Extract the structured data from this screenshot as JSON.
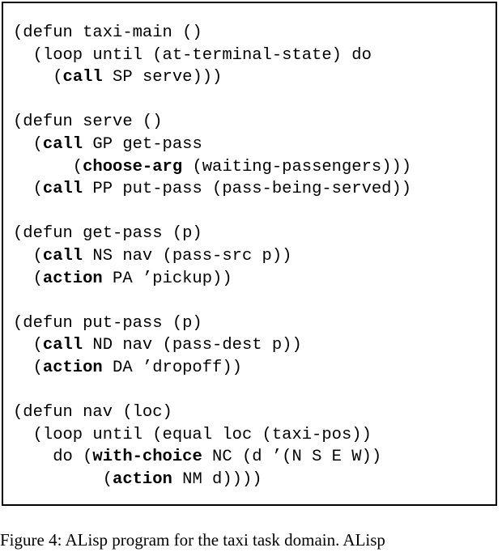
{
  "code": {
    "lines": [
      [
        {
          "t": "(defun taxi-main ()"
        }
      ],
      [
        {
          "t": "  (loop until (at-terminal-state) do"
        }
      ],
      [
        {
          "t": "    ("
        },
        {
          "t": "call",
          "b": true
        },
        {
          "t": " SP serve)))"
        }
      ],
      [],
      [
        {
          "t": "(defun serve ()"
        }
      ],
      [
        {
          "t": "  ("
        },
        {
          "t": "call",
          "b": true
        },
        {
          "t": " GP get-pass"
        }
      ],
      [
        {
          "t": "      ("
        },
        {
          "t": "choose-arg",
          "b": true
        },
        {
          "t": " (waiting-passengers)))"
        }
      ],
      [
        {
          "t": "  ("
        },
        {
          "t": "call",
          "b": true
        },
        {
          "t": " PP put-pass (pass-being-served))"
        }
      ],
      [],
      [
        {
          "t": "(defun get-pass (p)"
        }
      ],
      [
        {
          "t": "  ("
        },
        {
          "t": "call",
          "b": true
        },
        {
          "t": " NS nav (pass-src p))"
        }
      ],
      [
        {
          "t": "  ("
        },
        {
          "t": "action",
          "b": true
        },
        {
          "t": " PA ’pickup))"
        }
      ],
      [],
      [
        {
          "t": "(defun put-pass (p)"
        }
      ],
      [
        {
          "t": "  ("
        },
        {
          "t": "call",
          "b": true
        },
        {
          "t": " ND nav (pass-dest p))"
        }
      ],
      [
        {
          "t": "  ("
        },
        {
          "t": "action",
          "b": true
        },
        {
          "t": " DA ’dropoff))"
        }
      ],
      [],
      [
        {
          "t": "(defun nav (loc)"
        }
      ],
      [
        {
          "t": "  (loop until (equal loc (taxi-pos))"
        }
      ],
      [
        {
          "t": "    do ("
        },
        {
          "t": "with-choice",
          "b": true
        },
        {
          "t": " NC (d ’(N S E W))"
        }
      ],
      [
        {
          "t": "         ("
        },
        {
          "t": "action",
          "b": true
        },
        {
          "t": " NM d))))"
        }
      ]
    ]
  },
  "caption": {
    "text": "Figure 4: ALisp program for the taxi task domain. ALisp"
  }
}
